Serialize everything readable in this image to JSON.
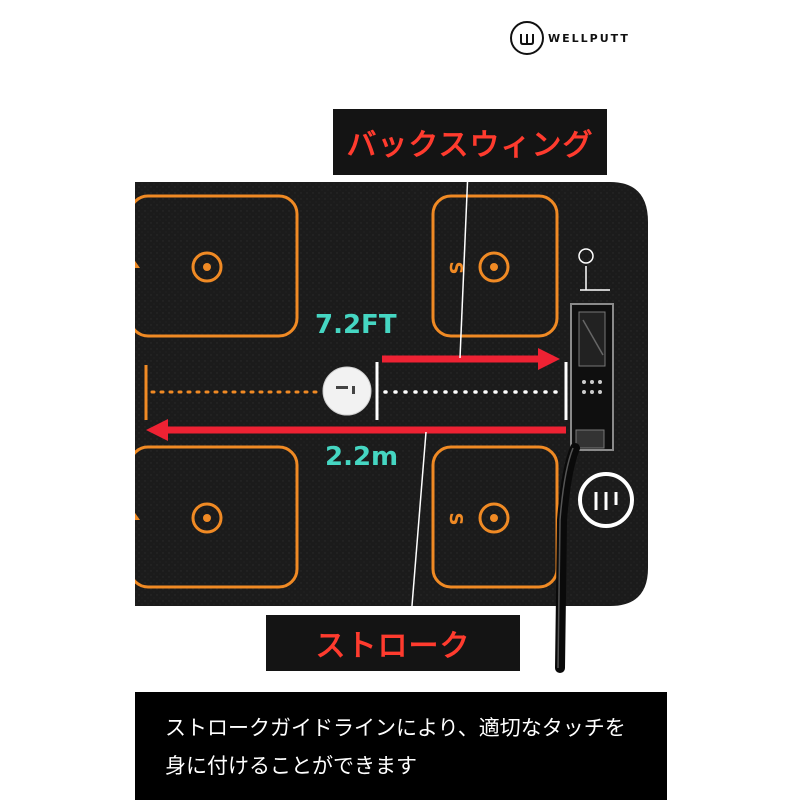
{
  "brand": {
    "name": "WELLPUTT"
  },
  "callouts": {
    "backswing": "バックスウィング",
    "stroke": "ストローク"
  },
  "measurements": {
    "feet": "7.2FT",
    "meters": "2.2m"
  },
  "mat_markings": {
    "letter": "S"
  },
  "caption": {
    "line1": "ストロークガイドラインにより、適切なタッチを",
    "line2": "身に付けることができます"
  },
  "colors": {
    "mat": "#1a1a1a",
    "guide_orange": "#f08a24",
    "arrow_red": "#ee2233",
    "measurement_cyan": "#45d6c2",
    "callout_text": "#ff3b2e"
  }
}
